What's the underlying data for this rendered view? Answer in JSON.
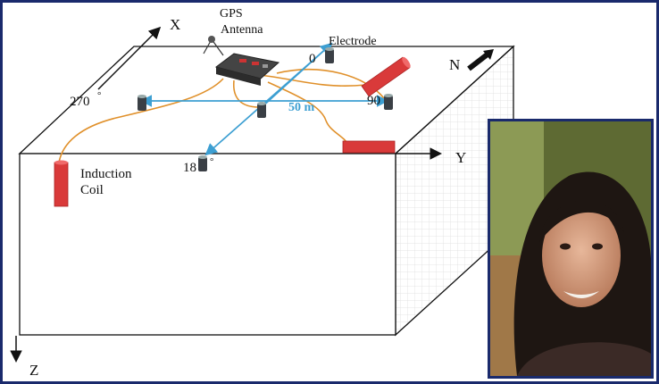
{
  "diagram": {
    "labels": {
      "x_axis": "X",
      "y_axis": "Y",
      "z_axis": "Z",
      "north": "N",
      "gps_line1": "GPS",
      "gps_line2": "Antenna",
      "electrode": "Electrode",
      "angle_0": "0",
      "angle_90": "90",
      "angle_180": "18",
      "angle_270": "270",
      "degree": "°",
      "distance": "50 m",
      "coil_line1": "Induction",
      "coil_line2": "Coil"
    },
    "colors": {
      "frame_border": "#1a2a6c",
      "box_outline": "#111111",
      "measure_lines": "#3d9fd2",
      "cable": "#e0902a",
      "coil": "#d93a3a",
      "electrode": "#3a3f45"
    }
  },
  "photo": {
    "icon": "portrait-photo"
  }
}
